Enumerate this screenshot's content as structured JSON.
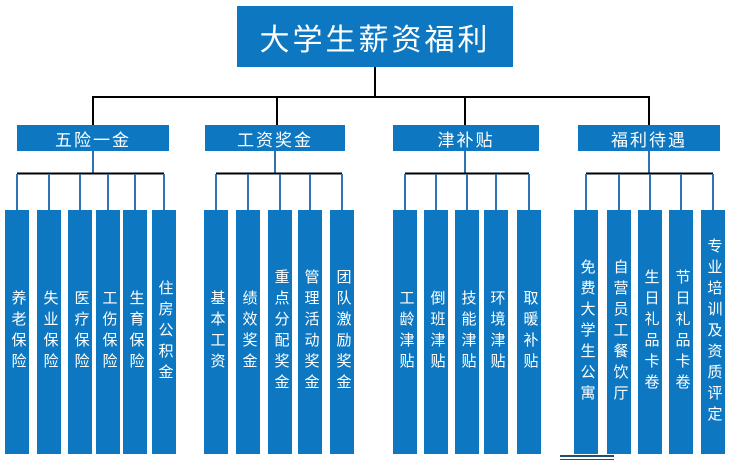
{
  "title": "大学生薪资福利",
  "colors": {
    "box_fill_blue": "#0d78c1",
    "connector_black": "#000000",
    "connector_blue": "#2e74b5",
    "underline_dark_blue": "#1f4e79",
    "text_white": "#ffffff"
  },
  "groups": [
    {
      "label": "五险一金",
      "items": [
        "养老保险",
        "失业保险",
        "医疗保险",
        "工伤保险",
        "生育保险",
        "住房公积金"
      ]
    },
    {
      "label": "工资奖金",
      "items": [
        "基本工资",
        "绩效奖金",
        "重点分配奖金",
        "管理活动奖金",
        "团队激励奖金"
      ]
    },
    {
      "label": "津补贴",
      "items": [
        "工龄津贴",
        "倒班津贴",
        "技能津贴",
        "环境津贴",
        "取暖补贴"
      ]
    },
    {
      "label": "福利待遇",
      "items": [
        "免费大学生公寓",
        "自营员工餐饮厅",
        "生日礼品卡卷",
        "节日礼品卡卷",
        "专业培训及资质评定"
      ]
    }
  ]
}
